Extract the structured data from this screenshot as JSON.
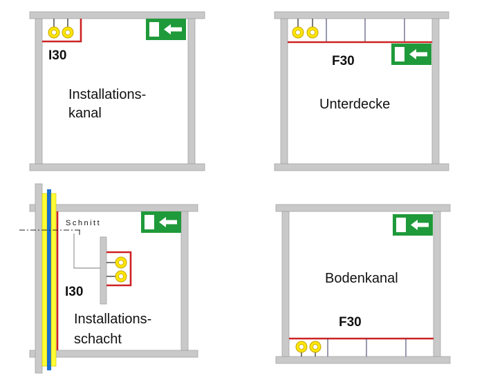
{
  "colors": {
    "structure": "#c9c9c9",
    "structure_stroke": "#a3a3a3",
    "fire_line": "#cc2222",
    "cable_yellow": "#ffe600",
    "cable_ring": "#c2a400",
    "sign_green": "#1f9a3a",
    "shaft_yellow": "#ffff33",
    "shaft_blue": "#1a6fd0",
    "grid_line": "#303060"
  },
  "icons": [
    "exit-sign-icon",
    "cable-icon"
  ],
  "panels": {
    "installationskanal": {
      "rating": "I30",
      "line1": "Installations-",
      "line2": "kanal"
    },
    "unterdecke": {
      "rating": "F30",
      "line1": "Unterdecke"
    },
    "installationsschacht": {
      "rating": "I30",
      "section": "Schnitt",
      "line1": "Installations-",
      "line2": "schacht"
    },
    "bodenkanal": {
      "rating": "F30",
      "line1": "Bodenkanal"
    }
  }
}
